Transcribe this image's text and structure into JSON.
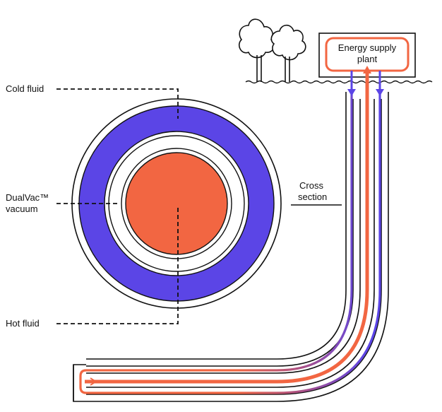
{
  "labels": {
    "cold_fluid": "Cold fluid",
    "dualvac_line1": "DualVac™",
    "dualvac_line2": "vacuum",
    "hot_fluid": "Hot fluid",
    "cross_section_line1": "Cross",
    "cross_section_line2": "section",
    "plant_line1": "Energy supply",
    "plant_line2": "plant"
  },
  "colors": {
    "cold": "#5b45e6",
    "hot": "#f26642",
    "mixed": "#a85089",
    "outline": "#111111",
    "background": "#ffffff"
  },
  "icons": [
    "tree-icon",
    "tree-icon",
    "arrow-down-icon",
    "arrow-up-icon"
  ]
}
